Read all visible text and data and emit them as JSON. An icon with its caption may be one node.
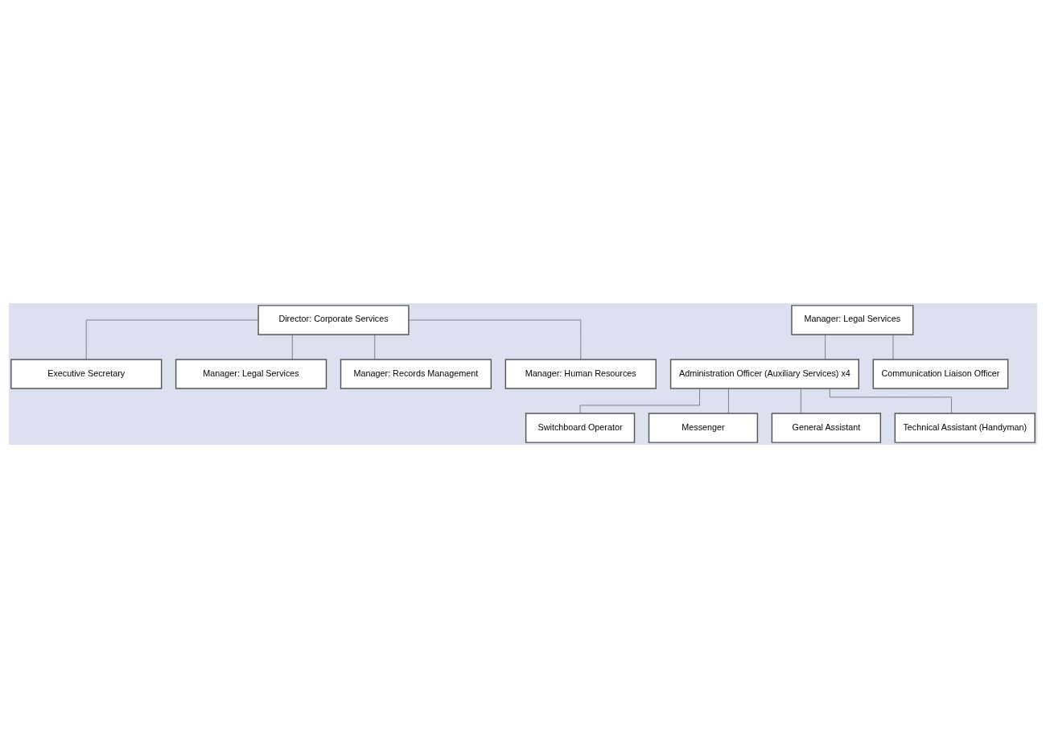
{
  "diagram": {
    "nodes": [
      {
        "text": [
          "Director: Corporate Services"
        ]
      },
      {
        "text": [
          "Executive Secretary"
        ]
      },
      {
        "text": [
          "Manager: Legal Services"
        ]
      },
      {
        "text": [
          "Manager: Records Management"
        ]
      },
      {
        "text": [
          "Manager: Human Resources"
        ]
      },
      {
        "text": [
          "Manager: Legal Services"
        ]
      },
      {
        "text": [
          "Administration Officer (Auxiliary Services) x4"
        ]
      },
      {
        "text": [
          "Communication Liaison Officer"
        ]
      },
      {
        "text": [
          "Switchboard Operator"
        ]
      },
      {
        "text": [
          "Messenger"
        ]
      },
      {
        "text": [
          "General Assistant"
        ]
      },
      {
        "text": [
          "Technical Assistant (Handyman)"
        ]
      }
    ],
    "edges": [
      {
        "from": 0,
        "to": 1,
        "arrow": "none"
      },
      {
        "from": 0,
        "to": 2,
        "arrow": "none"
      },
      {
        "from": 0,
        "to": 3,
        "arrow": "none"
      },
      {
        "from": 0,
        "to": 4,
        "arrow": "none"
      },
      {
        "from": 5,
        "to": 6,
        "arrow": "none"
      },
      {
        "from": 5,
        "to": 7,
        "arrow": "none"
      },
      {
        "from": 6,
        "to": 8,
        "arrow": "none"
      },
      {
        "from": 6,
        "to": 9,
        "arrow": "none"
      },
      {
        "from": 6,
        "to": 10,
        "arrow": "none"
      },
      {
        "from": 6,
        "to": 11,
        "arrow": "none"
      }
    ]
  }
}
